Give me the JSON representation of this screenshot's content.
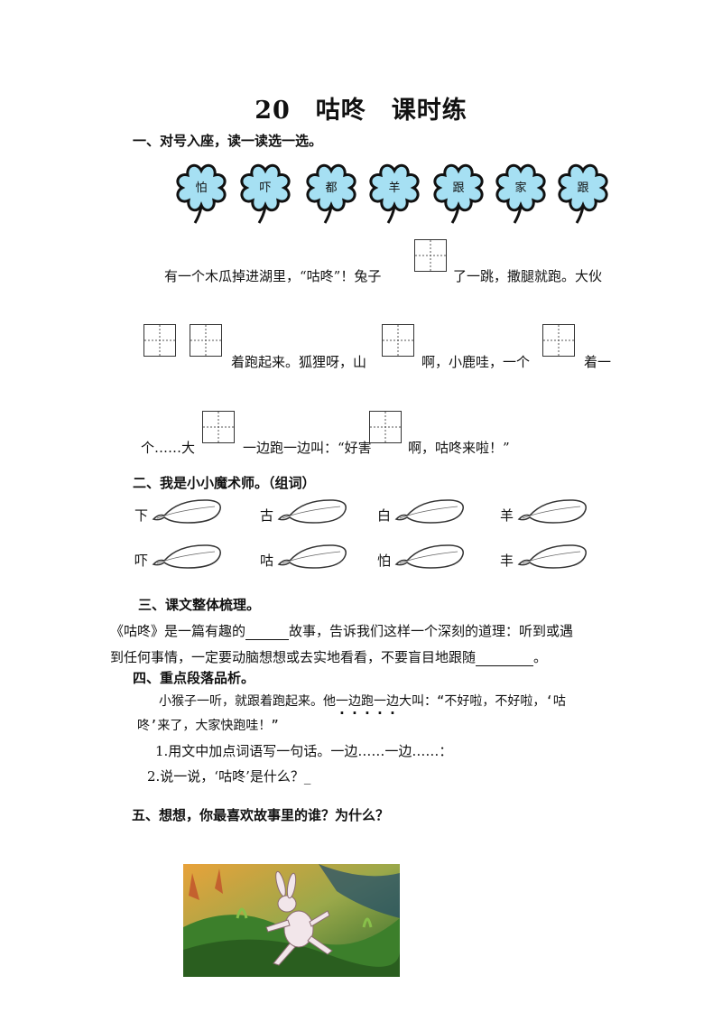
{
  "title": "20　咕咚　课时练",
  "s1": {
    "heading": "一、对号入座，读一读选一选。",
    "flowers": [
      "怕",
      "吓",
      "都",
      "羊",
      "跟",
      "家",
      "跟"
    ],
    "line1_a": "有一个木瓜掉进湖里，“咕咚”！兔子",
    "line1_b": "了一跳，撒腿就跑。大伙",
    "line2_a": "着跑起来。狐狸呀，山",
    "line2_b": "啊，小鹿哇，一个",
    "line2_c": "着一",
    "line3_a": "个……大",
    "line3_b": "一边跑一边叫：“好害",
    "line3_c": "啊，咕咚来啦！”"
  },
  "s2": {
    "heading": "二、我是小小魔术师。（组词）",
    "row1": [
      "下",
      "古",
      "白",
      "羊"
    ],
    "row2": [
      "吓",
      "咕",
      "怕",
      "丰"
    ]
  },
  "s3": {
    "heading": "三、课文整体梳理。",
    "p1_a": "《咕咚》是一篇有趣的",
    "p1_b": "故事，告诉我们这样一个深刻的道理：听到或遇",
    "p2_a": "到任何事情，一定要动脑想想或去实地看看，不要盲目地跟随",
    "p2_b": "。"
  },
  "s4": {
    "heading": "四、重点段落品析。",
    "quote_a": "小猴子一听，就跟着跑起来。他",
    "quote_dot": [
      "一",
      "边",
      "跑",
      "一",
      "边"
    ],
    "quote_b": "大叫：“不好啦，不好啦，‘咕",
    "quote_line2": "咚’来了，大家快跑哇！”",
    "q1": "1.用文中加点词语写一句话。一边……一边……：",
    "q2": "2.说一说，‘咕咚’是什么？_"
  },
  "s5": {
    "heading": "五、想想，你最喜欢故事里的谁？为什么？"
  }
}
